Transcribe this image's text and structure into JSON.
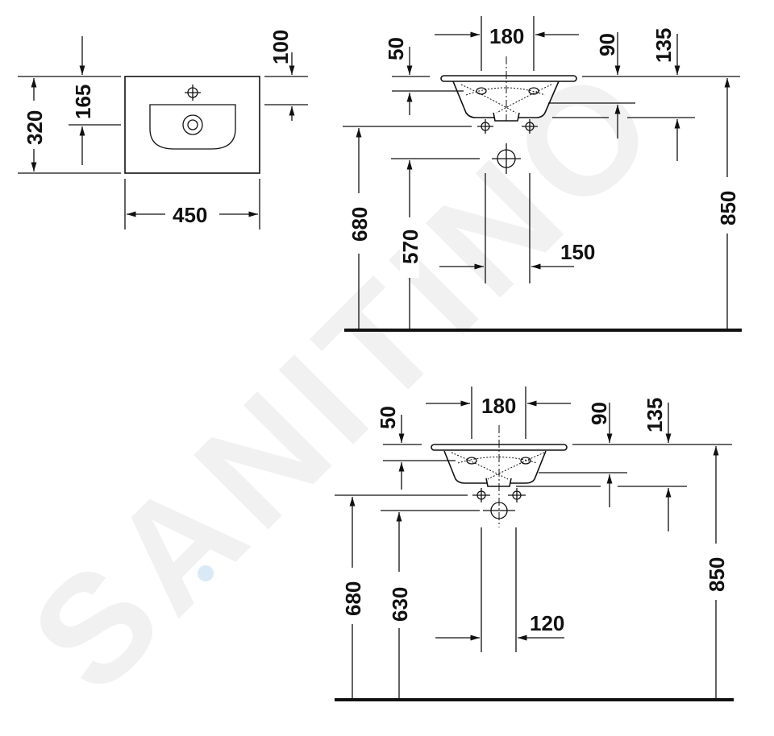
{
  "watermark": "SANITINO",
  "plan_view": {
    "width": "450",
    "depth": "320",
    "drain_offset": "165",
    "tap_offset": "100"
  },
  "elevation_top": {
    "tap_spacing": "180",
    "rim_offset": "50",
    "overflow_90": "90",
    "overflow_135": "135",
    "height_total": "850",
    "supply_height": "680",
    "waste_height": "570",
    "waste_spacing": "150"
  },
  "elevation_bottom": {
    "tap_spacing": "180",
    "rim_offset": "50",
    "overflow_90": "90",
    "overflow_135": "135",
    "height_total": "850",
    "supply_height": "680",
    "waste_height": "630",
    "waste_spacing": "120"
  }
}
